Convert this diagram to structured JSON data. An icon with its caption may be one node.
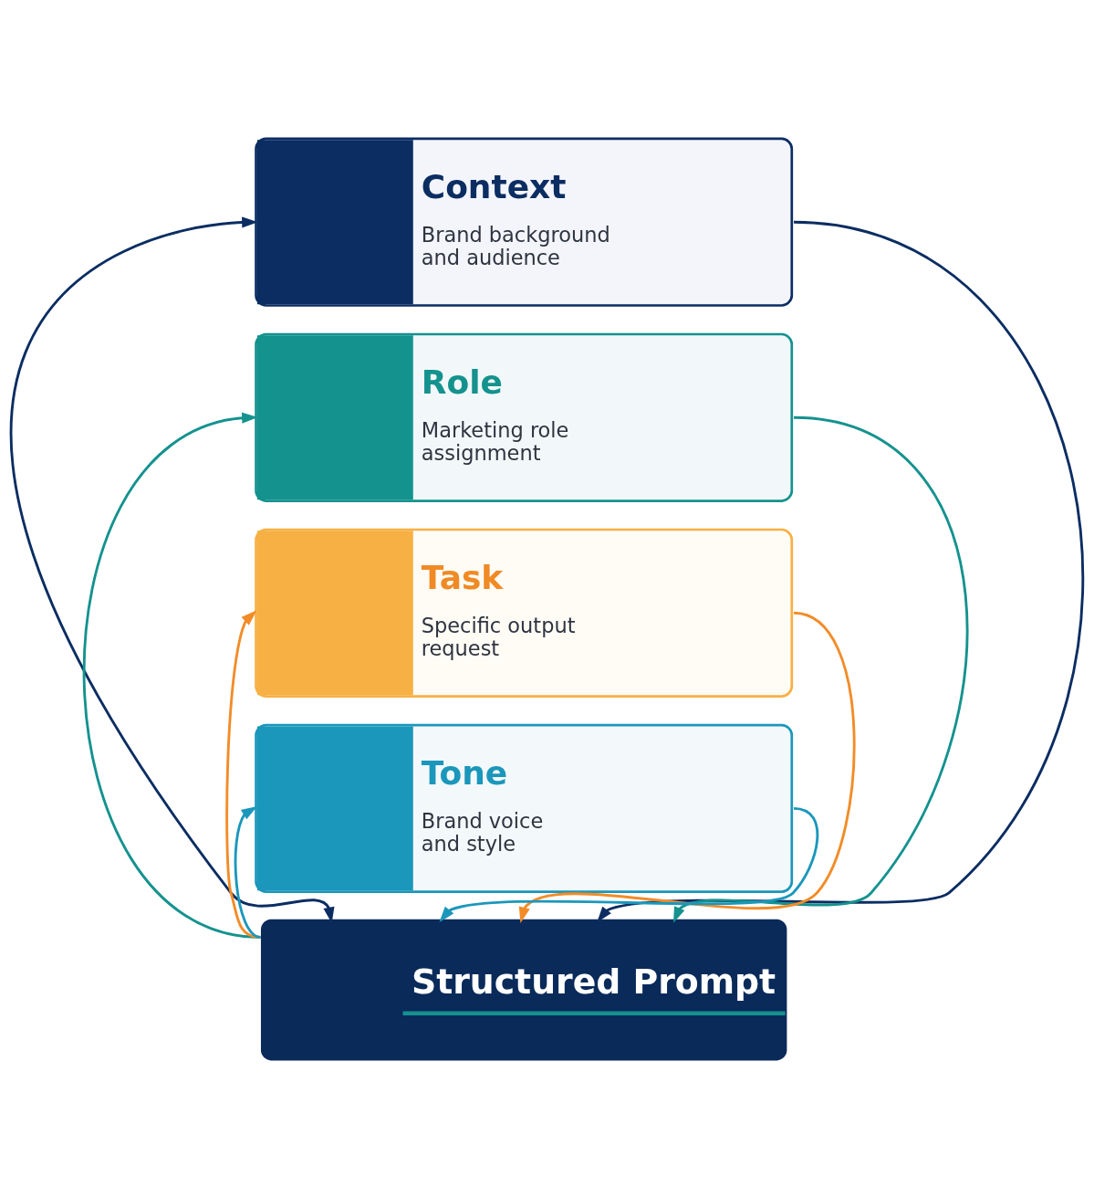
{
  "diagram": {
    "nodes": [
      {
        "text": [
          "Context",
          "Brand background and audience"
        ]
      },
      {
        "text": [
          "Role",
          "Marketing role assignment"
        ]
      },
      {
        "text": [
          "Task",
          "Specific output request"
        ]
      },
      {
        "text": [
          "Tone",
          "Brand voice and style"
        ]
      },
      {
        "text": [
          "Structured Prompt"
        ]
      }
    ],
    "edges": [
      {
        "from": 0,
        "to": 4,
        "arrow": "to",
        "color": "#0b2d62"
      },
      {
        "from": 1,
        "to": 4,
        "arrow": "to",
        "color": "#14928e"
      },
      {
        "from": 2,
        "to": 4,
        "arrow": "to",
        "color": "#f28c28"
      },
      {
        "from": 3,
        "to": 4,
        "arrow": "to",
        "color": "#1b97bb"
      },
      {
        "from": 4,
        "to": 0,
        "arrow": "both",
        "color": "#0b2d62"
      },
      {
        "from": 4,
        "to": 1,
        "arrow": "to",
        "color": "#14928e"
      },
      {
        "from": 4,
        "to": 2,
        "arrow": "to",
        "color": "#f28c28"
      },
      {
        "from": 4,
        "to": 3,
        "arrow": "to",
        "color": "#1b97bb"
      }
    ]
  }
}
